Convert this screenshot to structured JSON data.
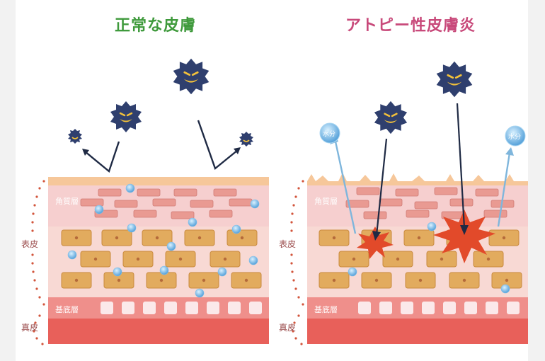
{
  "titles": {
    "normal": "正常な皮膚",
    "atopic": "アトピー性皮膚炎"
  },
  "layer_labels": {
    "stratum_corneum": "角質層",
    "basal_layer": "基底層",
    "epidermis": "表皮",
    "dermis": "真皮"
  },
  "water_droplet_label": "水分",
  "icons": [
    "germ-icon",
    "water-droplet-icon",
    "damage-burst-icon"
  ],
  "colors": {
    "title_normal": "#3f9a3c",
    "title_atopic": "#c8497a",
    "corneum_bg": "#f6cfcf",
    "spinous_bg": "#f8d9d4",
    "basal_bg": "#ef8f8b",
    "dermis_bg": "#e8605a",
    "cell_fill": "#e2ab5e",
    "germ": "#2f3f6e",
    "burst": "#e24a2a"
  }
}
